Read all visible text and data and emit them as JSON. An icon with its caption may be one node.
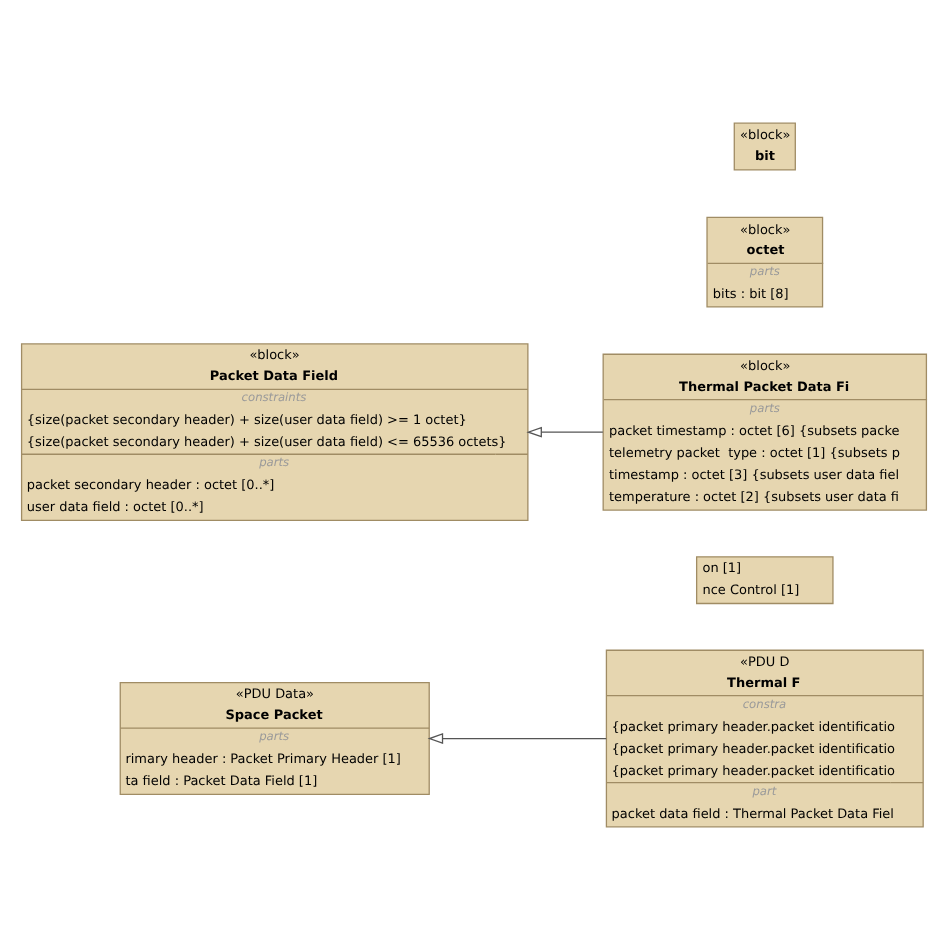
{
  "diagram": {
    "nodes": [
      {
        "text": [
          "«PDU Data»",
          "Space Packet",
          "parts",
          "rimary header : Packet Primary Header [1]",
          "ta field : Packet Data Field [1]"
        ]
      },
      {
        "text": [
          "«PDU D",
          "Thermal F",
          "constra",
          "{packet primary header.packet identificatio",
          "{packet primary header.packet identificatio",
          "{packet primary header.packet identificatio",
          "part",
          "packet data field : Thermal Packet Data Fiel"
        ]
      },
      {
        "text": [
          "on [1]",
          "nce Control [1]"
        ]
      },
      {
        "text": [
          "«block»",
          "Packet Data Field",
          "constraints",
          "{size(packet secondary header) + size(user data field) >= 1 octet}",
          "{size(packet secondary header) + size(user data field) <= 65536 octets}",
          "parts",
          "packet secondary header : octet [0..*]",
          "user data field : octet [0..*]"
        ]
      },
      {
        "text": [
          "«block»",
          "Thermal Packet Data Fi",
          "parts",
          "packet timestamp : octet [6] {subsets packe",
          "telemetry packet  type : octet [1] {subsets p",
          "timestamp : octet [3] {subsets user data fiel",
          "temperature : octet [2] {subsets user data fi"
        ]
      },
      {
        "text": [
          "«block»",
          "octet",
          "parts",
          "bits : bit [8]"
        ]
      },
      {
        "text": [
          "«block»",
          "bit"
        ]
      }
    ],
    "edges": [
      {
        "from": 1,
        "to": 0,
        "arrow": "to"
      },
      {
        "from": 4,
        "to": 3,
        "arrow": "to"
      }
    ]
  }
}
